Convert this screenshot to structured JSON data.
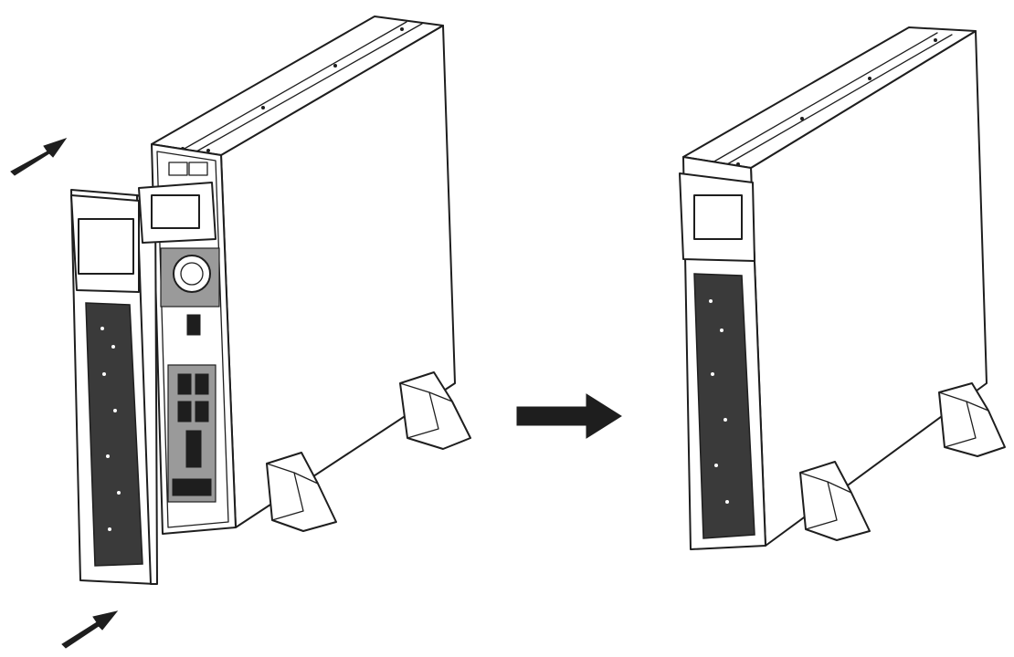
{
  "illustration": {
    "steps": [
      {
        "id": "step-1",
        "state": "front-bezel-detached"
      },
      {
        "id": "step-2",
        "state": "front-bezel-attached"
      }
    ],
    "arrows": [
      {
        "id": "bezel-arrow-top",
        "icon": "arrow-up-right-icon"
      },
      {
        "id": "bezel-arrow-bottom",
        "icon": "arrow-up-right-icon"
      },
      {
        "id": "step-arrow",
        "icon": "arrow-right-icon"
      }
    ],
    "colors": {
      "line": "#1e1e1e",
      "panel": "#3a3a3a",
      "background": "#ffffff"
    }
  }
}
